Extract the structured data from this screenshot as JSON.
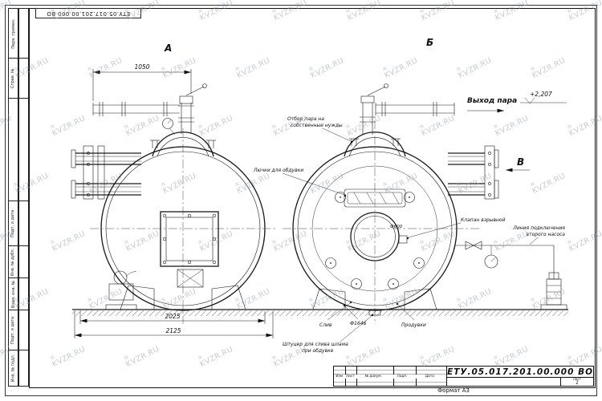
{
  "watermark": {
    "logo": "≋",
    "text": "KVZR.RU"
  },
  "frame": {
    "top_stamp": "ЕТУ.05.017.201.00.000  ВО",
    "format_note": "Формат А3",
    "left_labels": [
      "Перв. примен.",
      "Справ. №",
      "Подп. и дата",
      "Инв. № дубл.",
      "Взам. инв. №",
      "Подп. и дата",
      "Инв. № подл."
    ]
  },
  "title_block": {
    "doc_number": "ЕТУ.05.017.201.00.000  ВО",
    "columns": [
      "Изм",
      "Лист",
      "№ докум.",
      "Подп.",
      "Дата"
    ],
    "sheet_label": "Лист",
    "sheet_value": "1"
  },
  "views": {
    "a": "А",
    "b": "Б",
    "v": "В"
  },
  "dimensions": {
    "width_top": "1050",
    "base_inner": "2025",
    "base_outer": "2125",
    "shell_dia": "Ф1646",
    "manhole_dia": "Ф600",
    "elevation": "+2,207"
  },
  "annotations": {
    "steam_out": "Выход пара",
    "own_needs_1": "Отбор пара на",
    "own_needs_2": "собственные нужды",
    "blow_hatches": "Лючки для обдувки",
    "explosion_valve": "Клапан взрывной",
    "pump_line_1": "Линия подключения",
    "pump_line_2": "второго насоса",
    "sludge_1": "Штуцер для слива шлама",
    "sludge_2": "при обдувке",
    "drain": "Слив",
    "blowdown": "Продувки"
  }
}
